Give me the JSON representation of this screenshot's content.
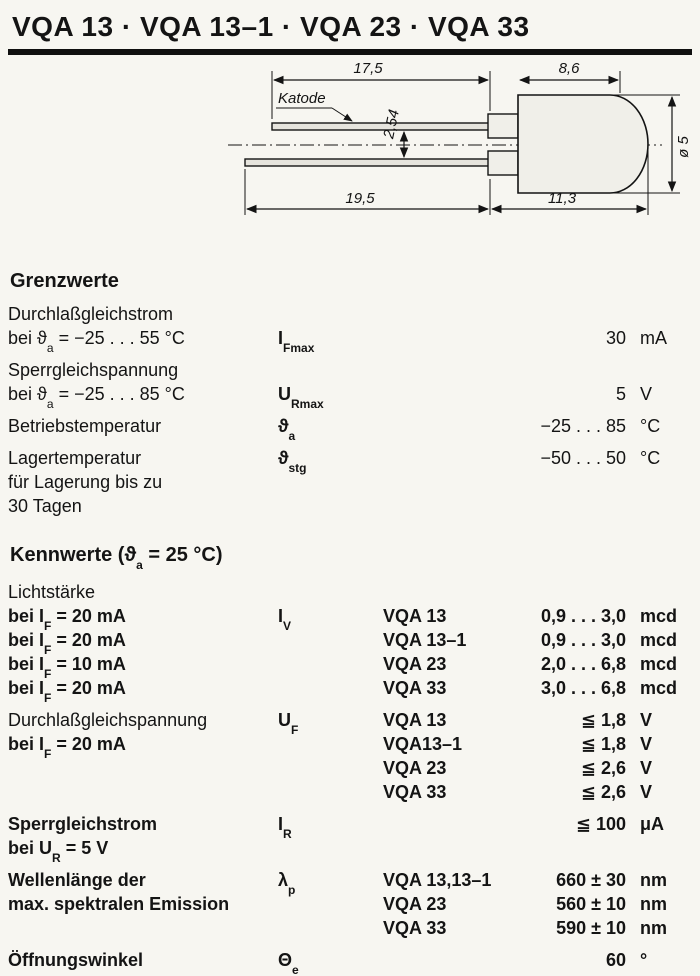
{
  "header": {
    "title": "VQA 13 · VQA 13–1 · VQA 23 · VQA 33"
  },
  "drawing": {
    "dim_katode_lead": "17,5",
    "dim_body": "8,6",
    "katode_label": "Katode",
    "dim_pitch": "2,54",
    "dim_anode_lead": "19,5",
    "dim_body_total": "11,3",
    "dim_diameter": "ø 5"
  },
  "grenzwerte": {
    "heading": "Grenzwerte",
    "r1": {
      "l1": "Durchlaßgleichstrom",
      "c_pre": "bei ",
      "c_sym": "ϑ",
      "c_sub": "a",
      "c_post": " = −25 . . . 55 °C",
      "sym": "I",
      "sym_sub": "Fmax",
      "val": "30",
      "unit": "mA"
    },
    "r2": {
      "l1": "Sperrgleichspannung",
      "c_pre": "bei ",
      "c_sym": "ϑ",
      "c_sub": "a",
      "c_post": " = −25 . . . 85 °C",
      "sym": "U",
      "sym_sub": "Rmax",
      "val": "5",
      "unit": "V"
    },
    "r3": {
      "l1": "Betriebstemperatur",
      "sym": "ϑ",
      "sym_sub": "a",
      "val": "−25 . . . 85",
      "unit": "°C"
    },
    "r4": {
      "l1": "Lagertemperatur",
      "l2": "für Lagerung bis zu",
      "l3": "30 Tagen",
      "sym": "ϑ",
      "sym_sub": "stg",
      "val": "−50 . . . 50",
      "unit": "°C"
    }
  },
  "kennwerte": {
    "h_pre": "Kennwerte",
    "h_mid": " (ϑ",
    "h_sub": "a",
    "h_post": " = 25 °C)",
    "licht": {
      "label": "Lichtstärke",
      "sym": "I",
      "sym_sub": "V",
      "rows": [
        {
          "c_pre": "bei ",
          "c_sym": "I",
          "c_sub": "F",
          "c_post": " = 20 mA",
          "model": "VQA 13",
          "val": "0,9 . . . 3,0",
          "unit": "mcd"
        },
        {
          "c_pre": "bei ",
          "c_sym": "I",
          "c_sub": "F",
          "c_post": " = 20 mA",
          "model": "VQA 13–1",
          "val": "0,9 . . . 3,0",
          "unit": "mcd"
        },
        {
          "c_pre": "bei ",
          "c_sym": "I",
          "c_sub": "F",
          "c_post": " = 10 mA",
          "model": "VQA 23",
          "val": "2,0 . . . 6,8",
          "unit": "mcd"
        },
        {
          "c_pre": "bei ",
          "c_sym": "I",
          "c_sub": "F",
          "c_post": " = 20 mA",
          "model": "VQA 33",
          "val": "3,0 . . . 6,8",
          "unit": "mcd"
        }
      ]
    },
    "uf": {
      "label": "Durchlaßgleichspannung",
      "c_pre": "bei ",
      "c_sym": "I",
      "c_sub": "F",
      "c_post": " = 20 mA",
      "sym": "U",
      "sym_sub": "F",
      "rows": [
        {
          "model": "VQA 13",
          "val": "≦ 1,8",
          "unit": "V"
        },
        {
          "model": "VQA13–1",
          "val": "≦ 1,8",
          "unit": "V"
        },
        {
          "model": "VQA 23",
          "val": "≦ 2,6",
          "unit": "V"
        },
        {
          "model": "VQA 33",
          "val": "≦ 2,6",
          "unit": "V"
        }
      ]
    },
    "ir": {
      "label": "Sperrgleichstrom",
      "c_pre": "bei ",
      "c_sym": "U",
      "c_sub": "R",
      "c_post": " = 5 V",
      "sym": "I",
      "sym_sub": "R",
      "val": "≦ 100",
      "unit": "μA"
    },
    "lambda": {
      "label1": "Wellenlänge der",
      "label2": "max. spektralen Emission",
      "sym": "λ",
      "sym_sub": "p",
      "rows": [
        {
          "model": "VQA 13,13–1",
          "val": "660 ± 30",
          "unit": "nm"
        },
        {
          "model": "VQA 23",
          "val": "560 ± 10",
          "unit": "nm"
        },
        {
          "model": "VQA 33",
          "val": "590 ± 10",
          "unit": "nm"
        }
      ]
    },
    "theta": {
      "label": "Öffnungswinkel",
      "sym": "Θ",
      "sym_sub": "e",
      "val": "60",
      "unit": "°"
    }
  }
}
